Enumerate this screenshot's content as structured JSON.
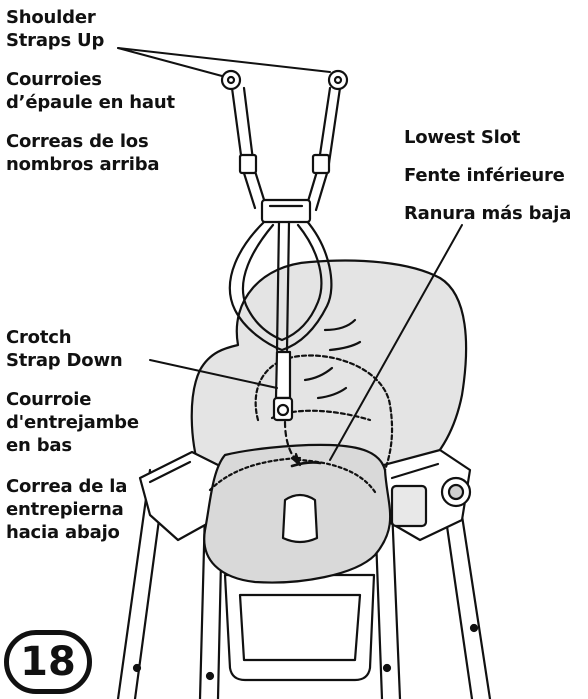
{
  "callouts": {
    "shoulder": {
      "en": [
        "Shoulder",
        "Straps Up"
      ],
      "fr": [
        "Courroies",
        "d’épaule en haut"
      ],
      "es": [
        "Correas de los",
        "nombros arriba"
      ]
    },
    "slot": {
      "en": "Lowest Slot",
      "fr": "Fente inférieure",
      "es": "Ranura más baja"
    },
    "crotch": {
      "en": [
        "Crotch",
        "Strap Down"
      ],
      "fr": [
        "Courroie",
        "d'entrejambe",
        "en bas"
      ],
      "es": [
        "Correa de la",
        "entrepierna",
        "hacia abajo"
      ]
    }
  },
  "page_number": "18",
  "colors": {
    "ink": "#111111",
    "seat_fill": "#d9d9d9",
    "pad_fill": "#e4e4e4"
  }
}
